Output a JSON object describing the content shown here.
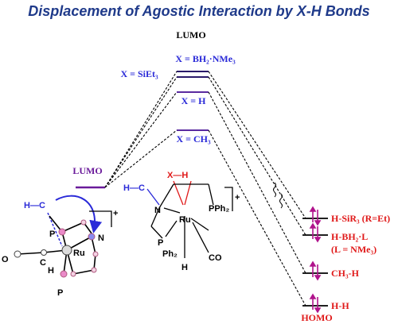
{
  "title": "Displacement of Agostic Interaction by X-H Bonds",
  "lumo_top": "LUMO",
  "lumo_left": "LUMO",
  "homo": "HOMO",
  "x_levels": {
    "bh2": "X = BH₂·NMe₃",
    "siet3": "X = SiEt₃",
    "h": "X = H",
    "ch3": "X = CH₃"
  },
  "right_levels": {
    "sir3": "H-SiR₃ (R=Et)",
    "bh2l": "H-BH₂·L",
    "bh2l_note": "(L = NMe₃)",
    "ch3h": "CH₃-H",
    "hh": "H-H"
  },
  "complex_left": {
    "hc": "H—C",
    "p_top": "P",
    "n": "N",
    "ru": "Ru",
    "c": "C",
    "o": "O",
    "h": "H",
    "p_bottom": "P",
    "charge": "+"
  },
  "complex_mid": {
    "x_h": "X—H",
    "hc": "H—C",
    "n": "N",
    "ru": "Ru",
    "pph2_right": "PPh₂",
    "p": "P",
    "ph2": "Ph₂",
    "h": "H",
    "co": "CO",
    "charge": "+"
  },
  "colors": {
    "title": "#1f3a8a",
    "blue_label": "#2a2ad8",
    "red_label": "#e01818",
    "purple_level": "#6a1a9a",
    "arrow_magenta": "#b0148c",
    "atom_pink": "#e0a0c0"
  }
}
